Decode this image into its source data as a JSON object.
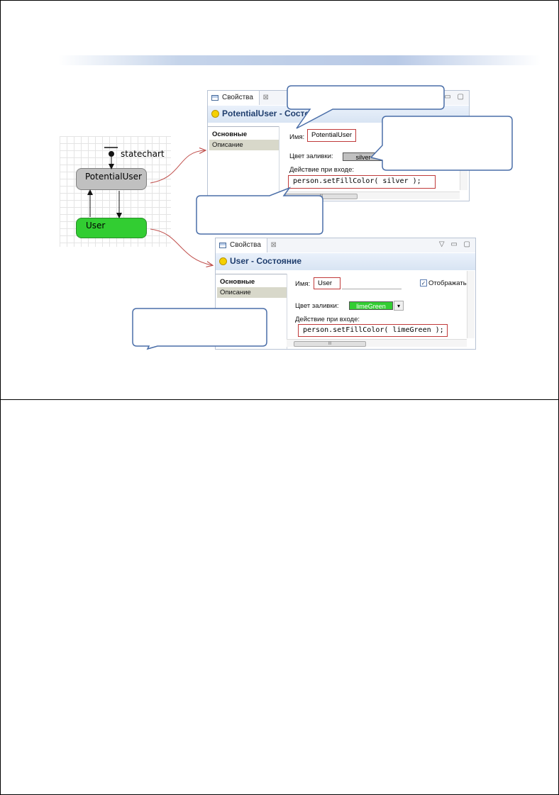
{
  "statechart": {
    "label": "statechart",
    "states": [
      {
        "name": "PotentialUser",
        "color": "#c0c0c0"
      },
      {
        "name": "User",
        "color": "#32cd32"
      }
    ]
  },
  "panel1": {
    "tab_label": "Свойства",
    "close_glyph": "⊠",
    "win_controls": "▽ ▭ ▢",
    "header_title": "PotentialUser - Состоян",
    "side_items": [
      "Основные",
      "Описание"
    ],
    "name_label": "Имя:",
    "name_value": "PotentialUser",
    "fill_label": "Цвет заливки:",
    "fill_value": "silver",
    "entry_label": "Действие при входе:",
    "entry_code": "person.setFillColor( silver );",
    "scroll_glyph": "III"
  },
  "panel2": {
    "tab_label": "Свойства",
    "close_glyph": "⊠",
    "win_controls": "▽ ▭ ▢",
    "header_title": "User - Состояние",
    "side_items": [
      "Основные",
      "Описание"
    ],
    "name_label": "Имя:",
    "name_value": "User",
    "show_label": "Отображать",
    "fill_label": "Цвет заливки:",
    "fill_value": "limeGreen",
    "entry_label": "Действие при входе:",
    "entry_code": "person.setFillColor( limeGreen );",
    "scroll_glyph": "III"
  },
  "colors": {
    "callout_border": "#4a6ea8",
    "highlight_border": "#c03a3a",
    "arrow": "#c0504d",
    "silver": "#c0c0c0",
    "lime_green": "#32cd32"
  }
}
